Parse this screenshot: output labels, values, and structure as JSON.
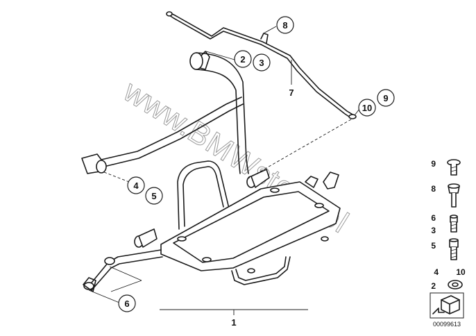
{
  "diagram": {
    "watermark": "www.BMWstore.pl",
    "image_code": "00099613",
    "callouts": {
      "c8": "8",
      "c2": "2",
      "c3": "3",
      "c7": "7",
      "c10": "10",
      "c9": "9",
      "c4": "4",
      "c5": "5",
      "c6": "6",
      "c1": "1"
    },
    "legend": {
      "row_9": "9",
      "row_8": "8",
      "row_6": "6",
      "row_3": "3",
      "row_5": "5",
      "row_4": "4",
      "row_10": "10",
      "row_2": "2"
    }
  }
}
